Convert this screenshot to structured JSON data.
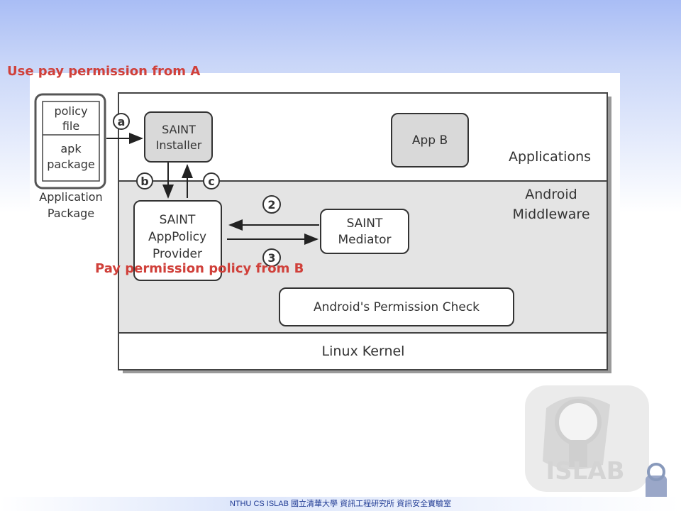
{
  "annotations": {
    "top": "Use pay permission from A",
    "middle": "Pay permission policy from B"
  },
  "package": {
    "policy_file": [
      "policy",
      "file"
    ],
    "apk_package": [
      "apk",
      "package"
    ],
    "caption": [
      "Application",
      "Package"
    ]
  },
  "layers": {
    "applications": "Applications",
    "middleware": [
      "Android",
      "Middleware"
    ],
    "kernel": "Linux Kernel"
  },
  "components": {
    "installer": [
      "SAINT",
      "Installer"
    ],
    "app_b": "App B",
    "apppolicy": [
      "SAINT",
      "AppPolicy",
      "Provider"
    ],
    "mediator": [
      "SAINT",
      "Mediator"
    ],
    "permission_check": "Android's  Permission Check"
  },
  "steps": {
    "a": "a",
    "b": "b",
    "c": "c",
    "two": "2",
    "three": "3"
  },
  "footer": "NTHU CS ISLAB  國立清華大學  資訊工程研究所  資訊安全實驗室",
  "logo": {
    "text": "ISLAB"
  },
  "colors": {
    "annotation": "#d0403a",
    "footer_text": "#1f3a93",
    "middleware_bg": "#e4e4e4",
    "box_gray": "#d9d9d9"
  }
}
